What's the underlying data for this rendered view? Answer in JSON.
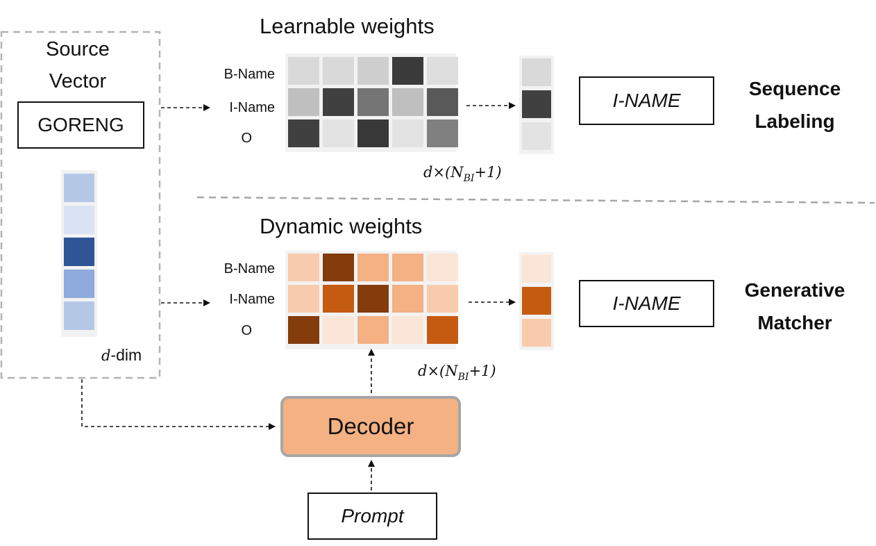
{
  "source": {
    "title_line1": "Source",
    "title_line2": "Vector",
    "token": "GORENG",
    "dim_label_var": "d",
    "dim_label_suffix": "-dim",
    "vector_colors": [
      "#b4c7e7",
      "#dae3f3",
      "#2f5597",
      "#8faadc",
      "#b4c7e7"
    ]
  },
  "learnable": {
    "title": "Learnable weights",
    "rows": [
      "B-Name",
      "I-Name",
      "O"
    ],
    "cells": [
      [
        "#d9d9d9",
        "#d9d9d9",
        "#cfcfcf",
        "#3a3a3a",
        "#dedede"
      ],
      [
        "#bfbfbf",
        "#404040",
        "#757575",
        "#bfbfbf",
        "#595959"
      ],
      [
        "#404040",
        "#e3e3e3",
        "#383838",
        "#e3e3e3",
        "#808080"
      ]
    ],
    "output_cells": [
      "#d9d9d9",
      "#404040",
      "#e3e3e3"
    ],
    "result_label": "I-NAME",
    "side_label_line1": "Sequence",
    "side_label_line2": "Labeling",
    "dim_main": "d×(N",
    "dim_sub": "BI",
    "dim_tail": "+1)"
  },
  "dynamic": {
    "title": "Dynamic weights",
    "rows": [
      "B-Name",
      "I-Name",
      "O"
    ],
    "cells": [
      [
        "#f8cbad",
        "#843c0c",
        "#f4b183",
        "#f4b183",
        "#fbe5d6"
      ],
      [
        "#f8cbad",
        "#c55a11",
        "#843c0c",
        "#f4b183",
        "#f8cbad"
      ],
      [
        "#843c0c",
        "#fbe5d6",
        "#f4b183",
        "#fbe5d6",
        "#c55a11"
      ]
    ],
    "output_cells": [
      "#fbe5d6",
      "#c55a11",
      "#f8cbad"
    ],
    "result_label": "I-NAME",
    "side_label_line1": "Generative",
    "side_label_line2": "Matcher",
    "dim_main": "d×(N",
    "dim_sub": "BI",
    "dim_tail": "+1)"
  },
  "decoder": {
    "label": "Decoder"
  },
  "prompt": {
    "label": "Prompt"
  }
}
